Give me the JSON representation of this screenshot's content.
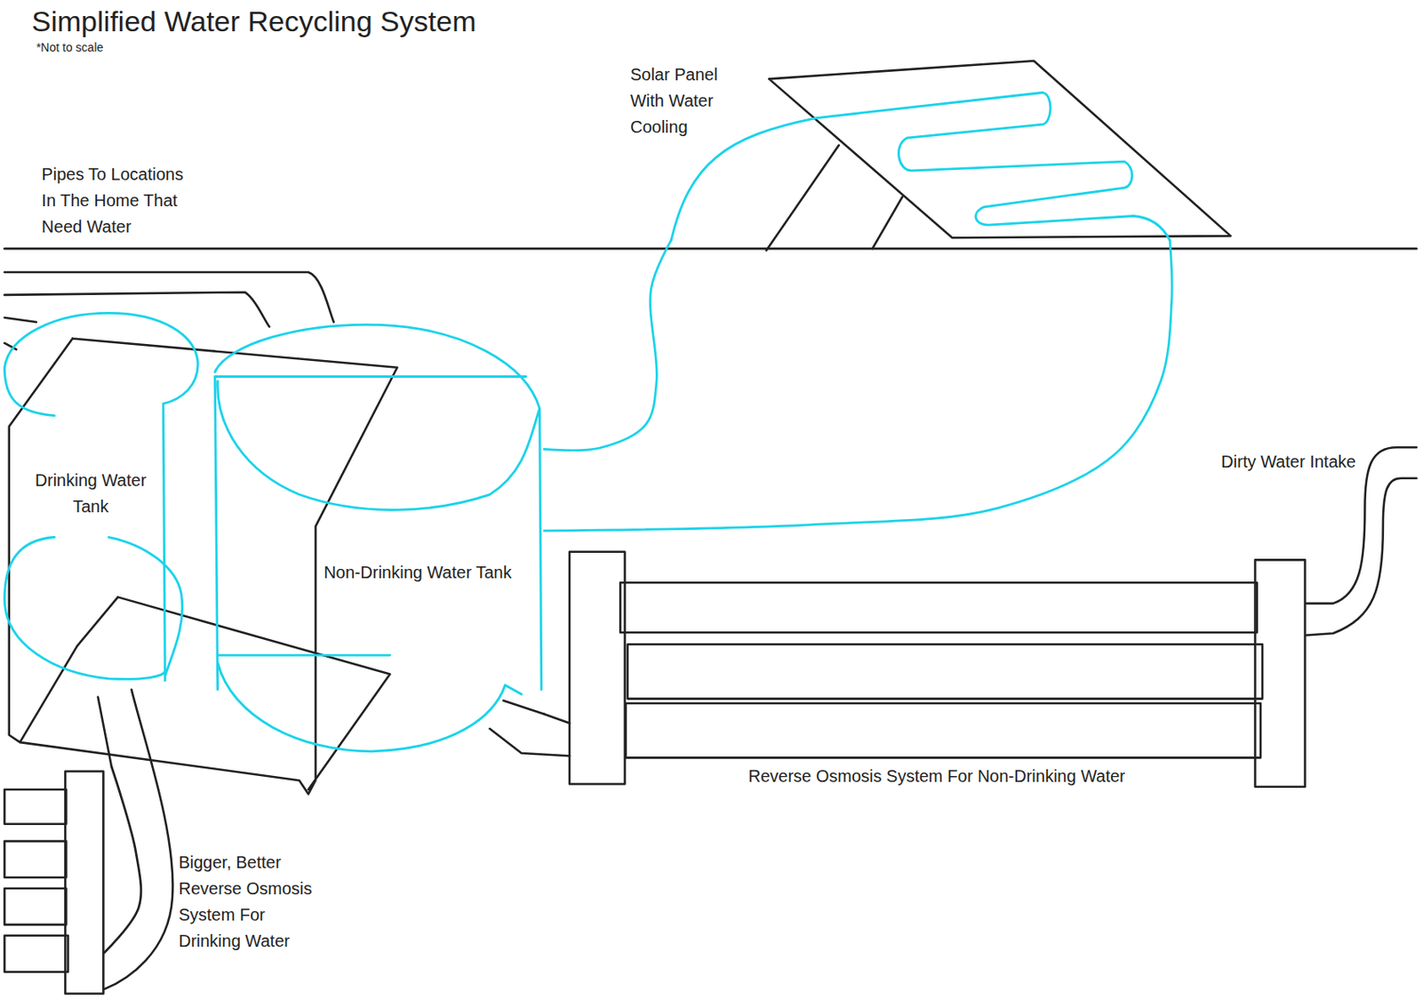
{
  "diagram": {
    "title": "Simplified Water Recycling System",
    "nodes": [
      {
        "text": [
          "Solar Panel With Water Cooling"
        ]
      },
      {
        "text": [
          "Drinking Water Tank"
        ]
      },
      {
        "text": [
          "Non-Drinking Water Tank"
        ]
      },
      {
        "text": [
          "Reverse Osmosis System For Non-Drinking Water"
        ]
      },
      {
        "text": [
          "Bigger, Better Reverse Osmosis System For Drinking Water"
        ]
      }
    ],
    "edges": [
      {
        "from": 2,
        "to": 0,
        "arrow": "none"
      },
      {
        "from": 0,
        "to": 2,
        "arrow": "none"
      },
      {
        "from": 3,
        "to": 2,
        "arrow": "none"
      },
      {
        "from": 1,
        "to": 4,
        "arrow": "none"
      }
    ],
    "labels": [
      "*Not to scale",
      "Pipes To Locations In The Home That Need Water",
      "Dirty Water Intake"
    ]
  }
}
